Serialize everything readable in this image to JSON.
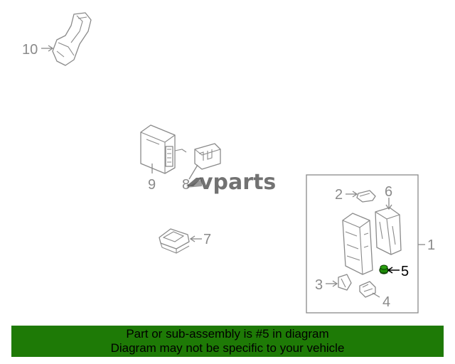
{
  "callouts": {
    "c1": "1",
    "c2": "2",
    "c3": "3",
    "c4": "4",
    "c5": "5",
    "c6": "6",
    "c7": "7",
    "c8": "8",
    "c9": "9",
    "c10": "10"
  },
  "watermark": {
    "text": "vparts",
    "icon": "car-logo-icon"
  },
  "highlight": {
    "part": "5",
    "color": "#1e7a06"
  },
  "banner": {
    "line1": "Part or sub-assembly is #5 in diagram",
    "line2": "Diagram may not be specific to your vehicle",
    "background": "#1e7a06"
  },
  "colors": {
    "line": "#8a8a8a",
    "highlight_part": "#1e8a08"
  }
}
